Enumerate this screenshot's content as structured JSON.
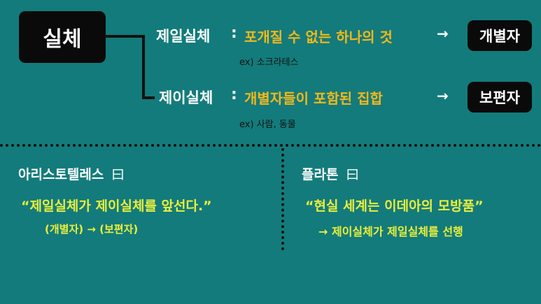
{
  "root": {
    "label": "실체"
  },
  "branches": [
    {
      "term": "제일실체",
      "colon": ":",
      "definition": "포개질 수 없는 하나의 것",
      "arrow": "→",
      "result": "개별자",
      "example": "ex) 소크라테스"
    },
    {
      "term": "제이실체",
      "colon": ":",
      "definition": "개별자들이 포함된 집합",
      "arrow": "→",
      "result": "보편자",
      "example": "ex) 사람, 동물"
    }
  ],
  "left_panel": {
    "title": "아리스토텔레스",
    "title_mark": "曰",
    "quote": "“제일실체가 제이실체를 앞선다.”",
    "note": "(개별자) → (보편자)"
  },
  "right_panel": {
    "title": "플라톤",
    "title_mark": "曰",
    "quote": "“현실 세계는 이데아의 모방품”",
    "note": "→ 제이실체가 제일실체를 선행"
  },
  "colors": {
    "background": "#137b7b",
    "gold": "#f3b81c",
    "yellow": "#e9ef3c",
    "box": "#0a0a0a"
  }
}
